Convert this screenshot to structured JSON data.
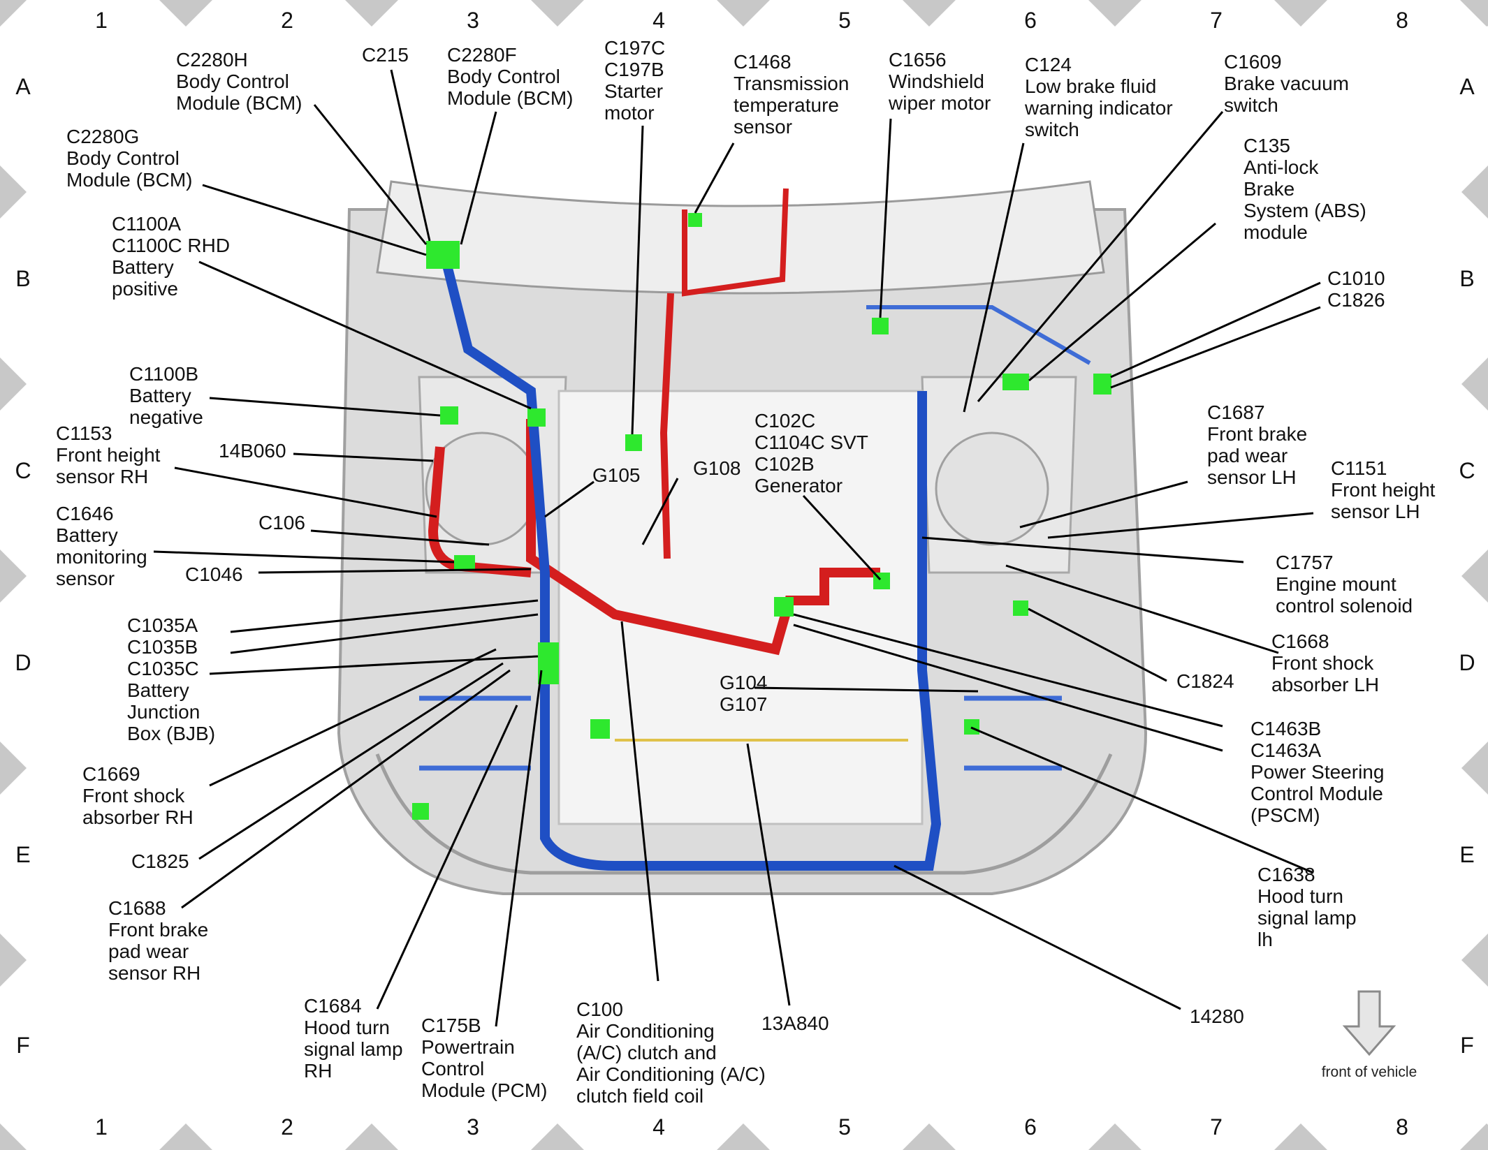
{
  "grid": {
    "columns": [
      "1",
      "2",
      "3",
      "4",
      "5",
      "6",
      "7",
      "8"
    ],
    "rows": [
      "A",
      "B",
      "C",
      "D",
      "E",
      "F"
    ]
  },
  "legend": {
    "direction_label": "front of vehicle"
  },
  "labels": {
    "c2280h": [
      "C2280H",
      "Body Control",
      "Module (BCM)"
    ],
    "c215": [
      "C215"
    ],
    "c2280f": [
      "C2280F",
      "Body Control",
      "Module (BCM)"
    ],
    "c197c": [
      "C197C",
      "C197B",
      "Starter",
      "motor"
    ],
    "c1468": [
      "C1468",
      "Transmission",
      "temperature",
      "sensor"
    ],
    "c1656": [
      "C1656",
      "Windshield",
      "wiper motor"
    ],
    "c124": [
      "C124",
      "Low brake fluid",
      "warning indicator",
      "switch"
    ],
    "c1609": [
      "C1609",
      "Brake vacuum",
      "switch"
    ],
    "c2280g": [
      "C2280G",
      "Body Control",
      "Module (BCM)"
    ],
    "c135": [
      "C135",
      "Anti-lock",
      "Brake",
      "System (ABS)",
      "module"
    ],
    "c1100a": [
      "C1100A",
      "C1100C RHD",
      "Battery",
      "positive"
    ],
    "c1010": [
      "C1010",
      "C1826"
    ],
    "c1100b": [
      "C1100B",
      "Battery",
      "negative"
    ],
    "c1153": [
      "C1153",
      "Front height",
      "sensor RH"
    ],
    "b14b060": [
      "14B060"
    ],
    "c102c": [
      "C102C",
      "C1104C SVT",
      "C102B",
      "Generator"
    ],
    "c1687": [
      "C1687",
      "Front brake",
      "pad wear",
      "sensor LH"
    ],
    "c1151": [
      "C1151",
      "Front height",
      "sensor LH"
    ],
    "g105": [
      "G105"
    ],
    "g108": [
      "G108"
    ],
    "c1646": [
      "C1646",
      "Battery",
      "monitoring",
      "sensor"
    ],
    "c106": [
      "C106"
    ],
    "c1046": [
      "C1046"
    ],
    "c1757": [
      "C1757",
      "Engine mount",
      "control solenoid"
    ],
    "c1035a": [
      "C1035A",
      "C1035B",
      "C1035C",
      "Battery",
      "Junction",
      "Box (BJB)"
    ],
    "c1668": [
      "C1668",
      "Front shock",
      "absorber LH"
    ],
    "c1824": [
      "C1824"
    ],
    "g104": [
      "G104",
      "G107"
    ],
    "c1463b": [
      "C1463B",
      "C1463A",
      "Power Steering",
      "Control Module",
      "(PSCM)"
    ],
    "c1669": [
      "C1669",
      "Front shock",
      "absorber RH"
    ],
    "c1825": [
      "C1825"
    ],
    "c1638": [
      "C1638",
      "Hood turn",
      "signal lamp",
      "lh"
    ],
    "c1688": [
      "C1688",
      "Front brake",
      "pad wear",
      "sensor RH"
    ],
    "c1684": [
      "C1684",
      "Hood turn",
      "signal lamp",
      "RH"
    ],
    "c175b": [
      "C175B",
      "Powertrain",
      "Control",
      "Module (PCM)"
    ],
    "c100": [
      "C100",
      "Air Conditioning",
      "(A/C) clutch and",
      "Air Conditioning (A/C)",
      "clutch field coil"
    ],
    "b13a840": [
      "13A840"
    ],
    "b14280": [
      "14280"
    ]
  },
  "colors": {
    "harness_red": "#d41e1e",
    "harness_blue": "#1f4fc4",
    "connector_green": "#2ee82e",
    "body_gray": "#d9d9d9",
    "frame_gray": "#bdbdbd"
  }
}
